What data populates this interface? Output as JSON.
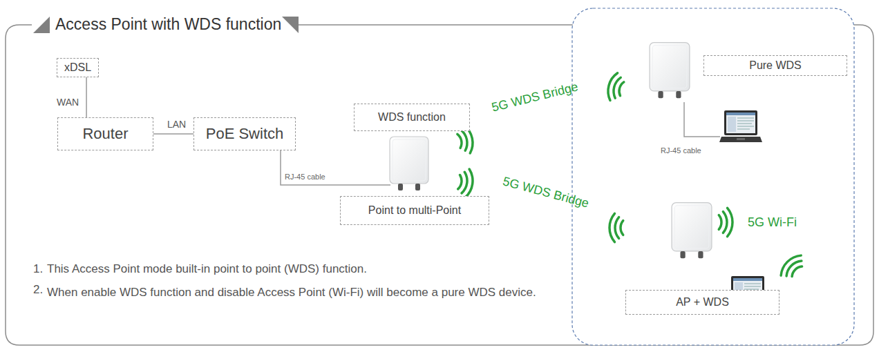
{
  "diagram": {
    "title": "Access Point with WDS function",
    "nodes": [
      {
        "text": [
          "xDSL"
        ]
      },
      {
        "text": [
          "Router"
        ]
      },
      {
        "text": [
          "PoE Switch"
        ]
      },
      {
        "text": [
          "WDS function"
        ]
      },
      {
        "text": [
          "Point to multi-Point"
        ]
      },
      {
        "text": [
          "Pure WDS"
        ]
      },
      {
        "text": [
          "AP + WDS"
        ]
      }
    ],
    "edges": [
      {
        "from": 0,
        "to": 1,
        "label": "WAN",
        "arrow": "none"
      },
      {
        "from": 1,
        "to": 2,
        "label": "LAN",
        "arrow": "none"
      }
    ],
    "labels": [
      "RJ-45 cable",
      "5G WDS Bridge",
      "5G WDS Bridge",
      "RJ-45 cable",
      "5G Wi-Fi",
      "1.",
      "This Access Point mode built-in point to point (WDS) function.",
      "2.",
      "When enable WDS function and disable Access Point (Wi-Fi) will become a pure WDS device."
    ]
  }
}
